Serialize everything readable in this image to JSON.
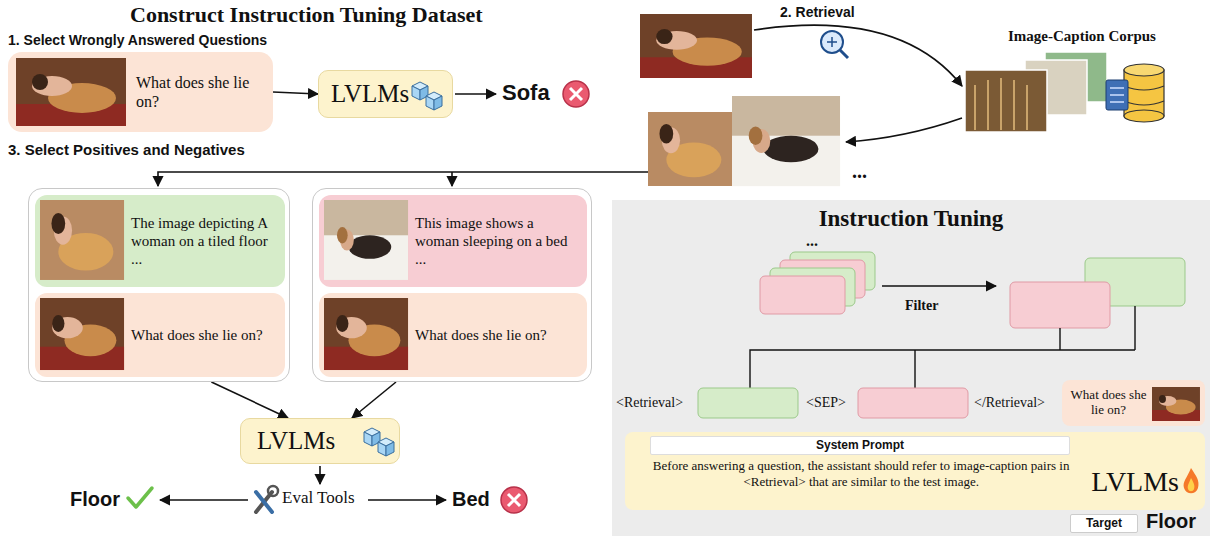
{
  "diagram": {
    "title": "Construct Instruction Tuning Dataset",
    "nodes": [
      {
        "text": [
          "What does she lie on?"
        ]
      },
      {
        "text": [
          "LVLMs"
        ]
      },
      {
        "text": []
      },
      {
        "text": [
          "The image depicting A woman on a tiled floor ..."
        ],
        "in": 2
      },
      {
        "text": [
          "What does she lie on?"
        ],
        "in": 2
      },
      {
        "text": []
      },
      {
        "text": [
          "This image shows a woman sleeping on a bed ..."
        ],
        "in": 5
      },
      {
        "text": [
          "What does she lie on?"
        ],
        "in": 5
      },
      {
        "text": [
          "LVLMs"
        ]
      },
      {
        "text": [
          "Instruction Tuning"
        ]
      },
      {
        "text": [
          "What does she lie on?"
        ],
        "in": 9
      },
      {
        "text": [
          "Before answering a question, the assistant should refer to image-caption pairs in <Retrieval> that are similar to the test image.",
          "LVLMs"
        ],
        "in": 9
      },
      {
        "text": [
          "System Prompt"
        ],
        "in": 11
      },
      {
        "text": [
          "Target"
        ],
        "in": 9
      }
    ],
    "edges": [
      {
        "from": 0,
        "to": 1,
        "arrow": "to"
      },
      {
        "from": 2,
        "to": 8,
        "arrow": "to"
      },
      {
        "from": 5,
        "to": 8,
        "arrow": "to"
      }
    ],
    "labels": [
      "1. Select Wrongly Answered Questions",
      "Sofa",
      "2. Retrieval",
      "Image-Caption Corpus",
      "...",
      "3. Select Positives and Negatives",
      "Floor",
      "Eval Tools",
      "Bed",
      "...",
      "Filter",
      "<Retrieval>",
      "<SEP>",
      "</Retrieval>",
      "Floor"
    ]
  }
}
